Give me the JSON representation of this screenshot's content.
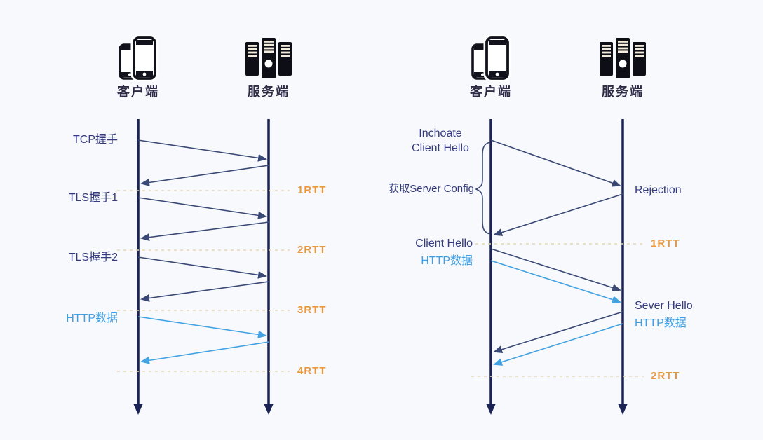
{
  "left": {
    "client": "客户端",
    "server": "服务端",
    "tcp": "TCP握手",
    "tls1": "TLS握手1",
    "tls2": "TLS握手2",
    "http": "HTTP数据",
    "rtt": [
      "1RTT",
      "2RTT",
      "3RTT",
      "4RTT"
    ]
  },
  "right": {
    "client": "客户端",
    "server": "服务端",
    "inchoate_1": "Inchoate",
    "inchoate_2": "Client Hello",
    "server_config": "获取Server Config",
    "rejection": "Rejection",
    "client_hello": "Client Hello",
    "http_client": "HTTP数据",
    "sever_hello": "Sever Hello",
    "http_server": "HTTP数据",
    "rtt": [
      "1RTT",
      "2RTT"
    ]
  },
  "colors": {
    "lifeline_navy": "#1a2353",
    "arrow_dark": "#3a4875",
    "arrow_blue": "#42a2e2",
    "label_indigo": "#343a7e",
    "http_blue": "#3d9fe6",
    "rtt_orange": "#e8993f",
    "dash_tan": "#e5d7b5",
    "background": "#f7f9fc"
  }
}
